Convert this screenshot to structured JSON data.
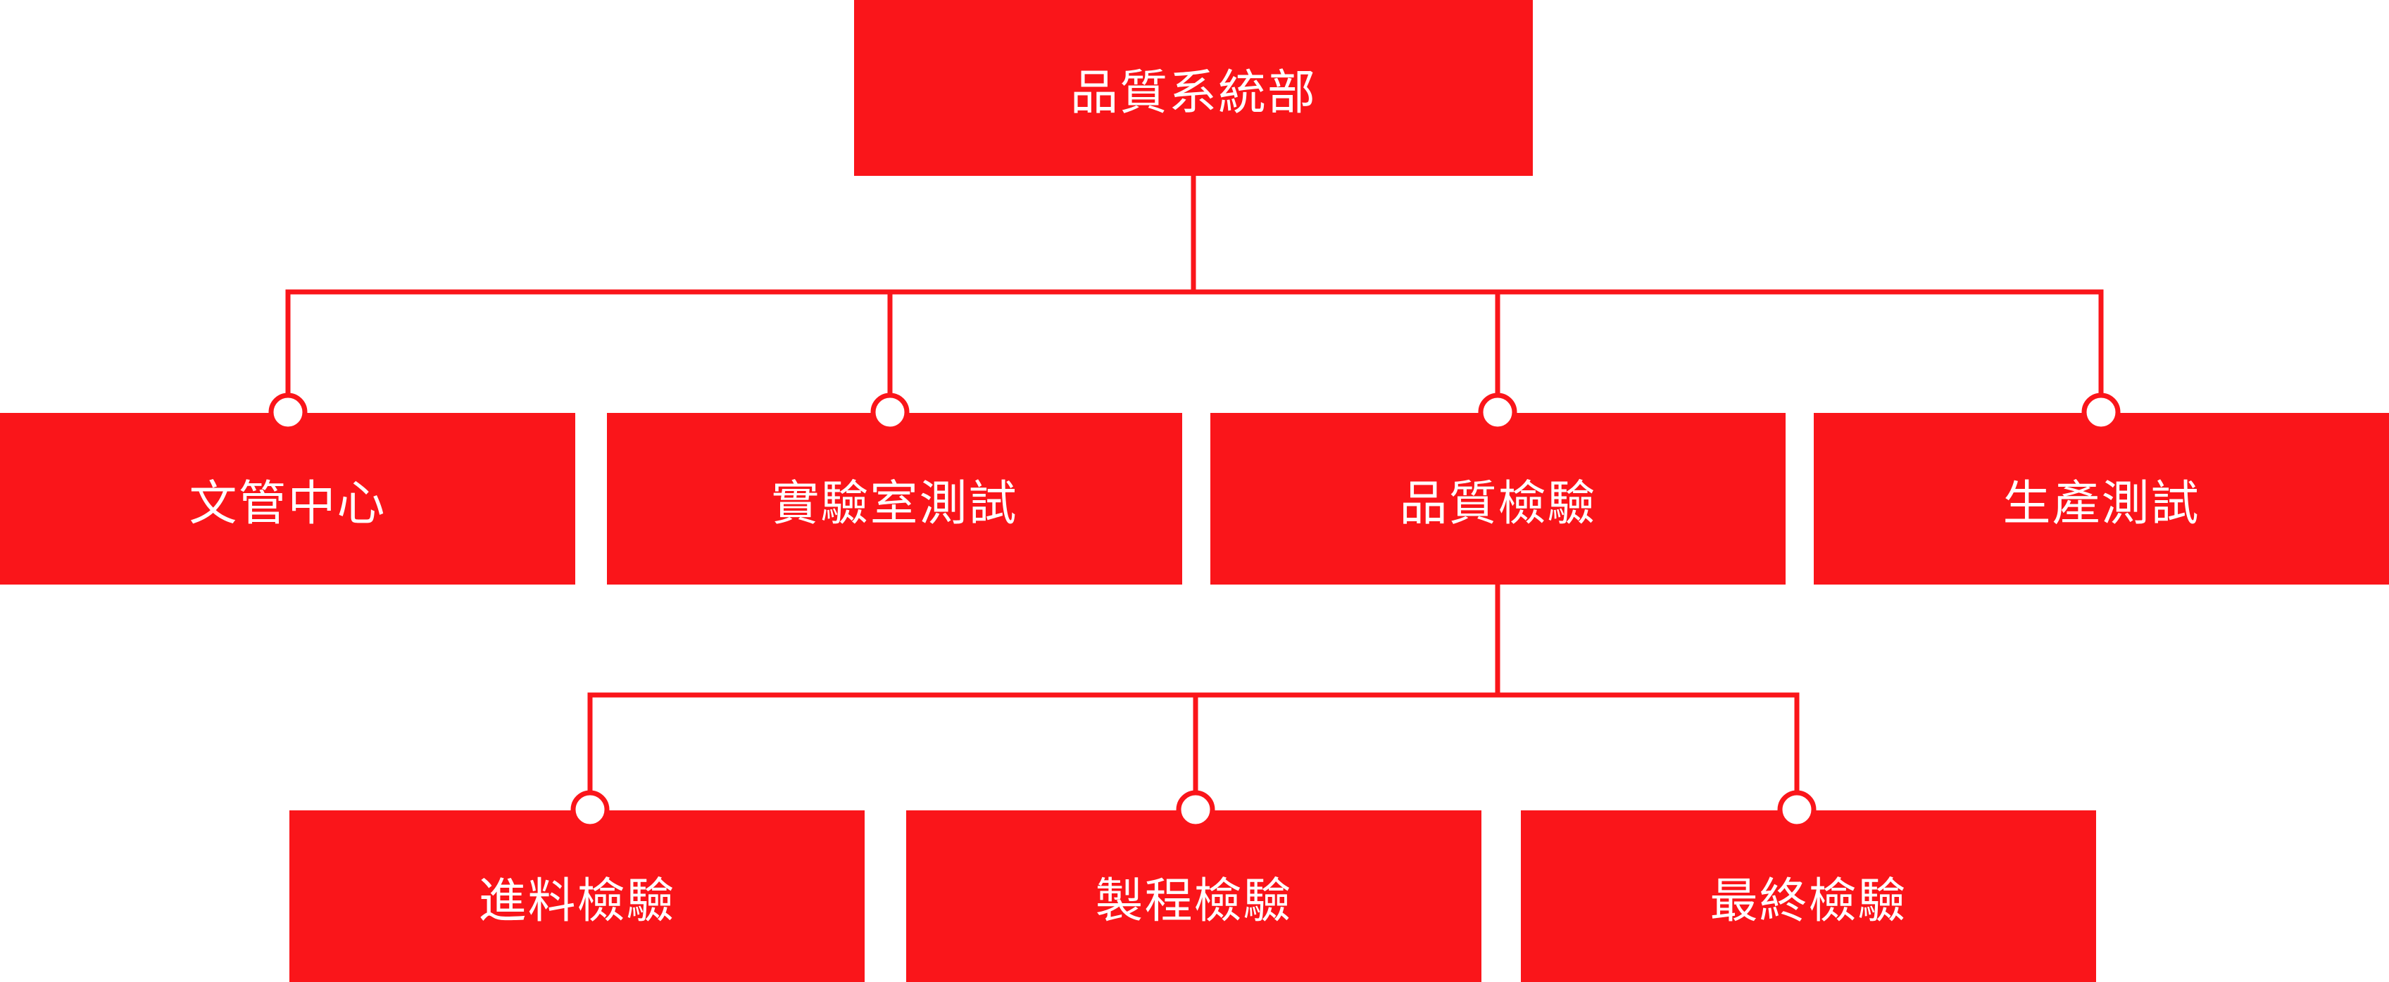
{
  "colors": {
    "accent": "#fa151a",
    "text": "#ffffff",
    "background": "#ffffff"
  },
  "org": {
    "root": "品質系統部",
    "level1": [
      "文管中心",
      "實驗室測試",
      "品質檢驗",
      "生產測試"
    ],
    "level2": [
      "進料檢驗",
      "製程檢驗",
      "最終檢驗"
    ]
  }
}
